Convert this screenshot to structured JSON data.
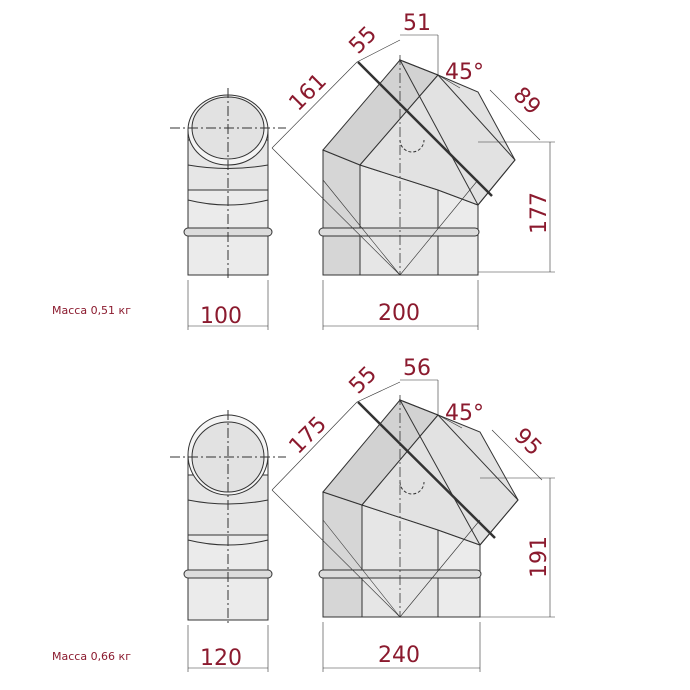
{
  "colors": {
    "dimension_text": "#8b1a2e",
    "line": "#333333",
    "fill_light": "#ebebeb",
    "fill_mid": "#e0e0e0",
    "fill_dark": "#d2d2d2"
  },
  "elbows": [
    {
      "mass_label": "Масса 0,51 кг",
      "dims": {
        "front_width": "100",
        "overall_width": "200",
        "height": "177",
        "diagonal": "161",
        "top_offset": "55",
        "top_width": "51",
        "outlet": "89",
        "angle": "45°"
      }
    },
    {
      "mass_label": "Масса 0,66 кг",
      "dims": {
        "front_width": "120",
        "overall_width": "240",
        "height": "191",
        "diagonal": "175",
        "top_offset": "55",
        "top_width": "56",
        "outlet": "95",
        "angle": "45°"
      }
    }
  ]
}
